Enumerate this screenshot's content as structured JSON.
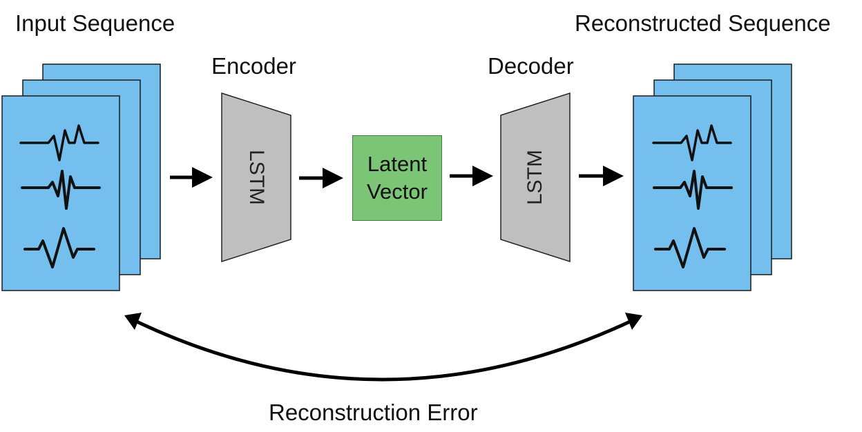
{
  "labels": {
    "input_sequence": "Input Sequence",
    "reconstructed_sequence": "Reconstructed Sequence",
    "encoder": "Encoder",
    "decoder": "Decoder",
    "reconstruction_error": "Reconstruction Error"
  },
  "encoder_block": {
    "text": "LSTM"
  },
  "decoder_block": {
    "text": "LSTM"
  },
  "latent": {
    "line1": "Latent",
    "line2": "Vector"
  },
  "colors": {
    "sequence_fill": "#74bfee",
    "sequence_stroke": "#1a1a1a",
    "lstm_fill": "#bfbfbf",
    "latent_fill": "#7cc576",
    "arrow": "#000000"
  },
  "icons": [
    "signal-waveform-icon",
    "right-arrow-icon",
    "curved-double-arrow-icon"
  ]
}
